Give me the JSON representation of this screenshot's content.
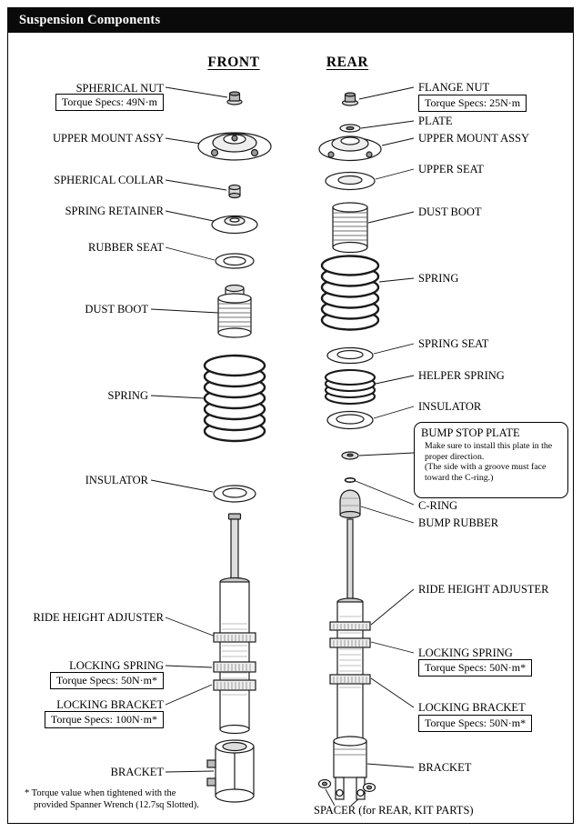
{
  "header": {
    "title": "Suspension Components"
  },
  "front": {
    "heading": "FRONT",
    "labels": {
      "spherical_nut": "SPHERICAL NUT",
      "upper_mount": "UPPER MOUNT ASSY",
      "spherical_collar": "SPHERICAL COLLAR",
      "spring_retainer": "SPRING RETAINER",
      "rubber_seat": "RUBBER SEAT",
      "dust_boot": "DUST BOOT",
      "spring": "SPRING",
      "insulator": "INSULATOR",
      "ride_height_adjuster": "RIDE HEIGHT ADJUSTER",
      "locking_spring": "LOCKING SPRING",
      "locking_bracket": "LOCKING BRACKET",
      "bracket": "BRACKET"
    },
    "torque": {
      "spherical_nut": "Torque Specs: 49N·m",
      "locking_spring": "Torque Specs: 50N·m*",
      "locking_bracket": "Torque Specs: 100N·m*"
    }
  },
  "rear": {
    "heading": "REAR",
    "labels": {
      "flange_nut": "FLANGE NUT",
      "plate": "PLATE",
      "upper_mount": "UPPER MOUNT ASSY",
      "upper_seat": "UPPER SEAT",
      "dust_boot": "DUST BOOT",
      "spring": "SPRING",
      "spring_seat": "SPRING SEAT",
      "helper_spring": "HELPER SPRING",
      "insulator": "INSULATOR",
      "c_ring": "C-RING",
      "bump_rubber": "BUMP RUBBER",
      "ride_height_adjuster": "RIDE HEIGHT ADJUSTER",
      "locking_spring": "LOCKING SPRING",
      "locking_bracket": "LOCKING BRACKET",
      "bracket": "BRACKET",
      "spacer": "SPACER (for REAR, KIT PARTS)"
    },
    "torque": {
      "flange_nut": "Torque Specs: 25N·m",
      "locking_spring": "Torque Specs: 50N·m*",
      "locking_bracket": "Torque Specs: 50N·m*"
    }
  },
  "note": {
    "title": "BUMP STOP PLATE",
    "body1": "Make sure to install this plate in the proper direction.",
    "body2": "(The side with a groove must face toward the C-ring.)"
  },
  "footnote": {
    "line1": "* Torque value when tightened with the",
    "line2": "provided Spanner Wrench (12.7sq Slotted)."
  }
}
